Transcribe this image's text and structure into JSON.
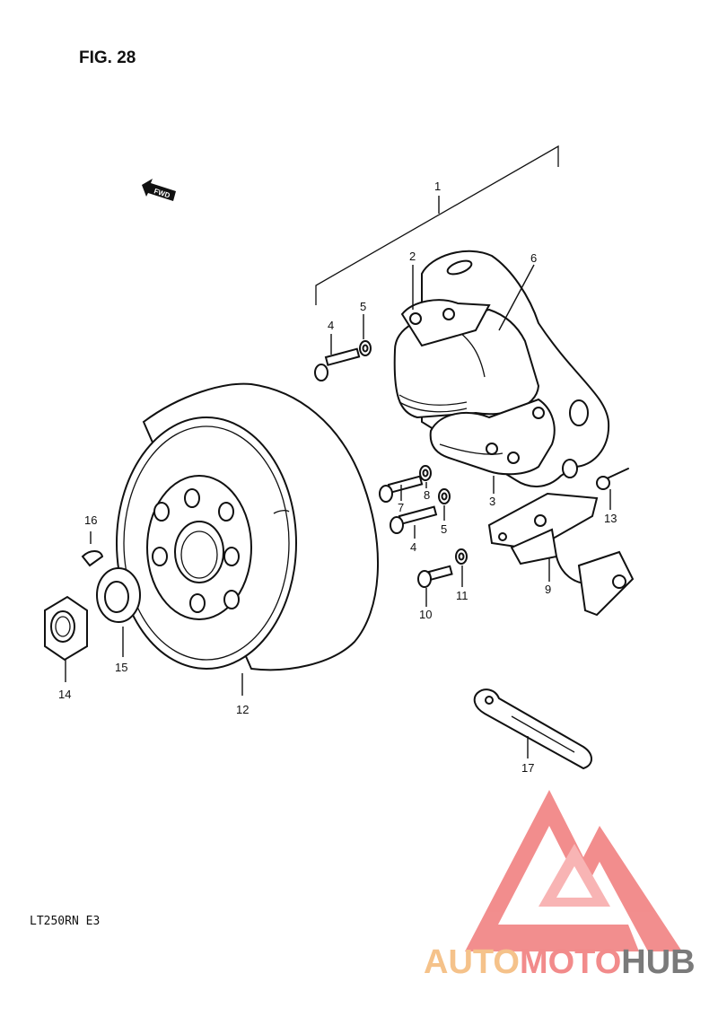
{
  "figure": {
    "title": "FIG. 28",
    "model_code": "LT250RN  E3",
    "direction_marker": "FWD"
  },
  "callouts": [
    {
      "id": "c1",
      "label": "1"
    },
    {
      "id": "c2",
      "label": "2"
    },
    {
      "id": "c3",
      "label": "3"
    },
    {
      "id": "c4a",
      "label": "4"
    },
    {
      "id": "c4b",
      "label": "4"
    },
    {
      "id": "c5a",
      "label": "5"
    },
    {
      "id": "c5b",
      "label": "5"
    },
    {
      "id": "c6",
      "label": "6"
    },
    {
      "id": "c7",
      "label": "7"
    },
    {
      "id": "c8",
      "label": "8"
    },
    {
      "id": "c9",
      "label": "9"
    },
    {
      "id": "c10",
      "label": "10"
    },
    {
      "id": "c11",
      "label": "11"
    },
    {
      "id": "c12",
      "label": "12"
    },
    {
      "id": "c13",
      "label": "13"
    },
    {
      "id": "c14",
      "label": "14"
    },
    {
      "id": "c15",
      "label": "15"
    },
    {
      "id": "c16",
      "label": "16"
    },
    {
      "id": "c17",
      "label": "17"
    }
  ],
  "watermark": {
    "part1": "AUTO",
    "part2": "MOTO",
    "part3": "HUB",
    "colors": {
      "auto": "#f5c28a",
      "moto": "#f28b8b",
      "hub": "#7a7a7a",
      "logo": "#f07a7a"
    }
  }
}
